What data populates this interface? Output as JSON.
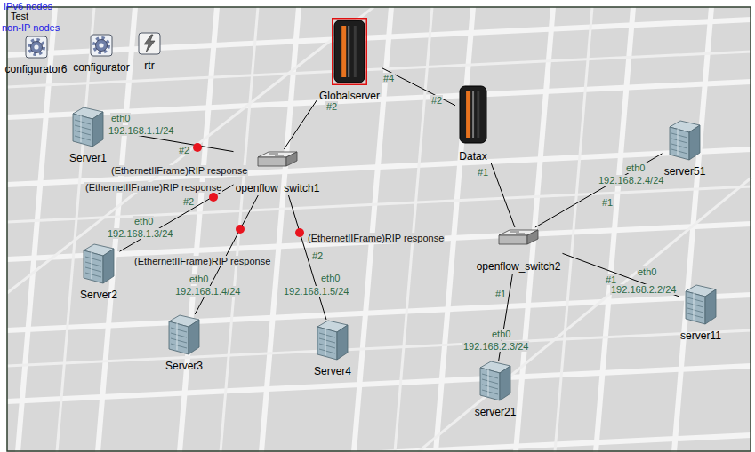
{
  "diagram": {
    "nodes": [
      {
        "text": [
          "configurator6"
        ]
      },
      {
        "text": [
          "configurator"
        ]
      },
      {
        "text": [
          "rtr"
        ]
      },
      {
        "text": [
          "Globalserver"
        ]
      },
      {
        "text": [
          "Server1"
        ]
      },
      {
        "text": [
          "openflow_switch1"
        ]
      },
      {
        "text": [
          "Datax"
        ]
      },
      {
        "text": [
          "server51"
        ]
      },
      {
        "text": [
          "Server2"
        ]
      },
      {
        "text": [
          "openflow_switch2"
        ]
      },
      {
        "text": [
          "server11"
        ]
      },
      {
        "text": [
          "Server3"
        ]
      },
      {
        "text": [
          "Server4"
        ]
      },
      {
        "text": [
          "server21"
        ]
      }
    ],
    "edges": [
      {
        "from": 4,
        "to": 5,
        "arrow": "none"
      },
      {
        "from": 8,
        "to": 5,
        "arrow": "none"
      },
      {
        "from": 11,
        "to": 5,
        "arrow": "none"
      },
      {
        "from": 12,
        "to": 5,
        "arrow": "none"
      },
      {
        "from": 3,
        "to": 5,
        "arrow": "none"
      },
      {
        "from": 3,
        "to": 6,
        "arrow": "none"
      },
      {
        "from": 6,
        "to": 9,
        "arrow": "none"
      },
      {
        "from": 9,
        "to": 7,
        "arrow": "none"
      },
      {
        "from": 9,
        "to": 10,
        "arrow": "none"
      },
      {
        "from": 9,
        "to": 13,
        "arrow": "none"
      }
    ],
    "labels": [
      "IPv6 nodes",
      "Test",
      "non-IP nodes",
      "#2",
      "#4",
      "#2",
      "#1",
      "eth0",
      "192.168.1.1/24",
      "#2",
      "(EthernetIIFrame)RIP response",
      "#2",
      "(EthernetIIFrame)RIP response",
      "eth0",
      "192.168.1.3/24",
      "(EthernetIIFrame)RIP response",
      "eth0",
      "192.168.1.4/24",
      "(EthernetIIFrame)RIP response",
      "#2",
      "eth0",
      "192.168.1.5/24",
      "eth0",
      "192.168.2.4/24",
      "#1",
      "#1",
      "eth0",
      "192.168.2.2/24",
      "#1",
      "eth0",
      "192.168.2.3/24"
    ]
  }
}
